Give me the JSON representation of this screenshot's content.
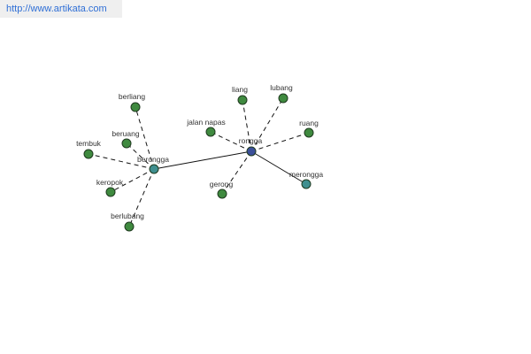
{
  "banner": {
    "url": "http://www.artikata.com"
  },
  "colors": {
    "leaf": "#3f8a3f",
    "hub": "#3f8f8f",
    "root": "#3b4f99"
  },
  "graph": {
    "nodes": [
      {
        "id": "rongga",
        "label": "rongga",
        "kind": "root"
      },
      {
        "id": "berongga",
        "label": "berongga",
        "kind": "hub"
      },
      {
        "id": "merongga",
        "label": "merongga",
        "kind": "hub"
      },
      {
        "id": "liang",
        "label": "liang",
        "kind": "leaf"
      },
      {
        "id": "lubang",
        "label": "lubang",
        "kind": "leaf"
      },
      {
        "id": "ruang",
        "label": "ruang",
        "kind": "leaf"
      },
      {
        "id": "jalan-napas",
        "label": "jalan napas",
        "kind": "leaf"
      },
      {
        "id": "gerong",
        "label": "gerong",
        "kind": "leaf"
      },
      {
        "id": "berliang",
        "label": "berliang",
        "kind": "leaf"
      },
      {
        "id": "beruang",
        "label": "beruang",
        "kind": "leaf"
      },
      {
        "id": "tembuk",
        "label": "tembuk",
        "kind": "leaf"
      },
      {
        "id": "keropok",
        "label": "keropok",
        "kind": "leaf"
      },
      {
        "id": "berlubang",
        "label": "berlubang",
        "kind": "leaf"
      }
    ],
    "edges": [
      {
        "from": "rongga",
        "to": "berongga",
        "style": "solid"
      },
      {
        "from": "rongga",
        "to": "merongga",
        "style": "solid"
      },
      {
        "from": "rongga",
        "to": "liang",
        "style": "dashed"
      },
      {
        "from": "rongga",
        "to": "lubang",
        "style": "dashed"
      },
      {
        "from": "rongga",
        "to": "ruang",
        "style": "dashed"
      },
      {
        "from": "rongga",
        "to": "jalan-napas",
        "style": "dashed"
      },
      {
        "from": "rongga",
        "to": "gerong",
        "style": "dashed"
      },
      {
        "from": "berongga",
        "to": "berliang",
        "style": "dashed"
      },
      {
        "from": "berongga",
        "to": "beruang",
        "style": "dashed"
      },
      {
        "from": "berongga",
        "to": "tembuk",
        "style": "dashed"
      },
      {
        "from": "berongga",
        "to": "keropok",
        "style": "dashed"
      },
      {
        "from": "berongga",
        "to": "berlubang",
        "style": "dashed"
      }
    ]
  }
}
